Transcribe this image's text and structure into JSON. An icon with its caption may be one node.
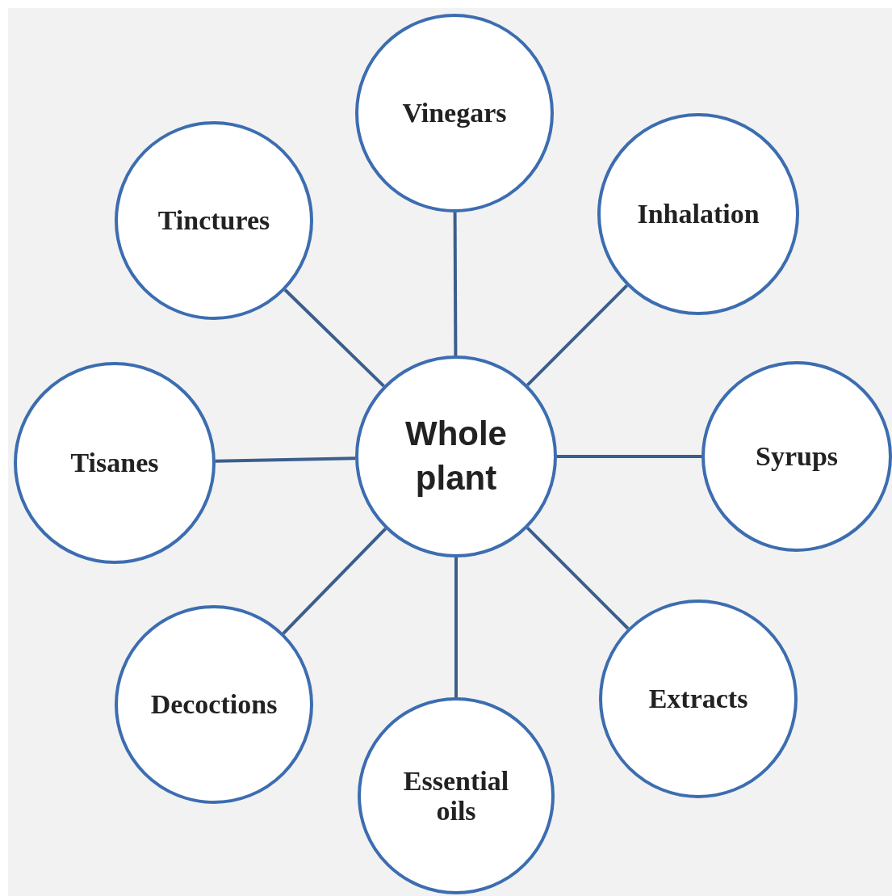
{
  "diagram": {
    "nodes": [
      {
        "text": [
          "Vinegars"
        ]
      },
      {
        "text": [
          "Tinctures"
        ]
      },
      {
        "text": [
          "Inhalation"
        ]
      },
      {
        "text": [
          "Tisanes"
        ]
      },
      {
        "text": [
          "Whole plant"
        ]
      },
      {
        "text": [
          "Syrups"
        ]
      },
      {
        "text": [
          "Decoctions"
        ]
      },
      {
        "text": [
          "Extracts"
        ]
      },
      {
        "text": [
          "Essential oils"
        ]
      }
    ],
    "edges": [
      {
        "from": 4,
        "to": 0,
        "arrow": "none"
      },
      {
        "from": 4,
        "to": 2,
        "arrow": "none"
      },
      {
        "from": 4,
        "to": 5,
        "arrow": "none"
      },
      {
        "from": 4,
        "to": 7,
        "arrow": "none"
      },
      {
        "from": 4,
        "to": 8,
        "arrow": "none"
      },
      {
        "from": 4,
        "to": 6,
        "arrow": "none"
      },
      {
        "from": 4,
        "to": 3,
        "arrow": "none"
      },
      {
        "from": 4,
        "to": 1,
        "arrow": "none"
      }
    ]
  }
}
